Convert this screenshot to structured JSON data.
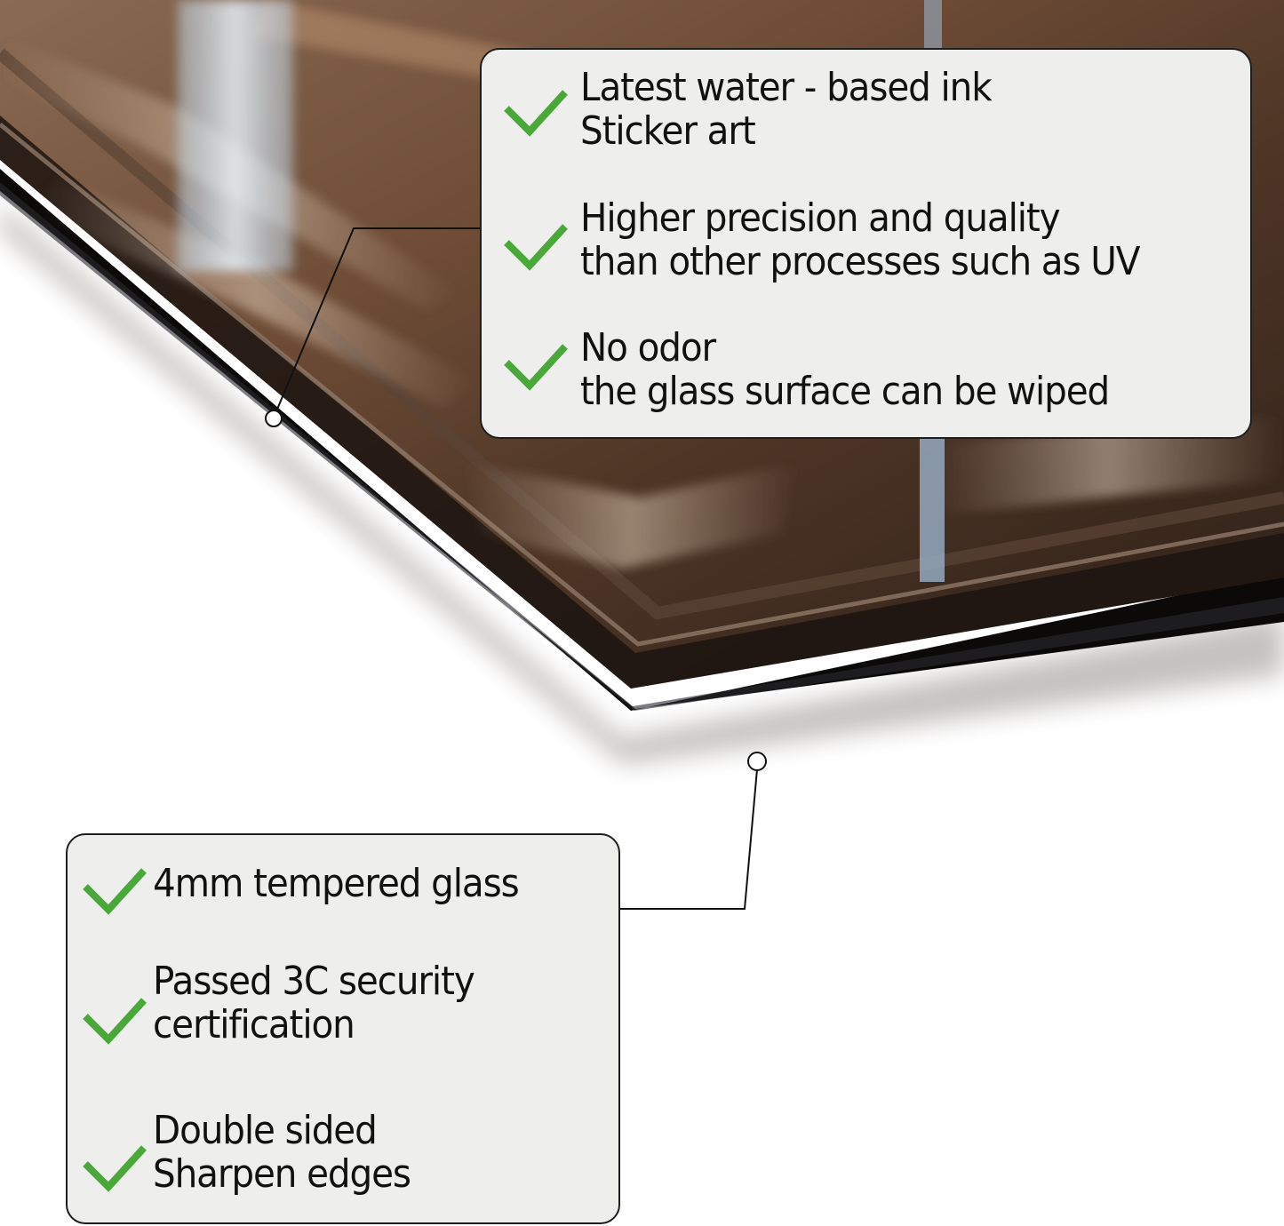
{
  "colors": {
    "check_green": "#4aa83a",
    "callout_fill": "#eeeeec",
    "callout_border": "#1e1e1e",
    "text": "#111111",
    "glass_edge": "#0c0a09",
    "print_brown": "#6b4a34"
  },
  "top_callout": {
    "features": [
      {
        "icon": "checkmark-icon",
        "line1": "Latest water - based ink",
        "line2": "Sticker art"
      },
      {
        "icon": "checkmark-icon",
        "line1": "Higher precision and quality",
        "line2": "than other processes such as UV"
      },
      {
        "icon": "checkmark-icon",
        "line1": "No odor",
        "line2": "the glass surface can be wiped"
      }
    ]
  },
  "bottom_callout": {
    "features": [
      {
        "icon": "checkmark-icon",
        "line1": "4mm tempered glass",
        "line2": ""
      },
      {
        "icon": "checkmark-icon",
        "line1": "Passed 3C security",
        "line2": "certification"
      },
      {
        "icon": "checkmark-icon",
        "line1": "Double sided",
        "line2": "Sharpen edges"
      }
    ]
  }
}
